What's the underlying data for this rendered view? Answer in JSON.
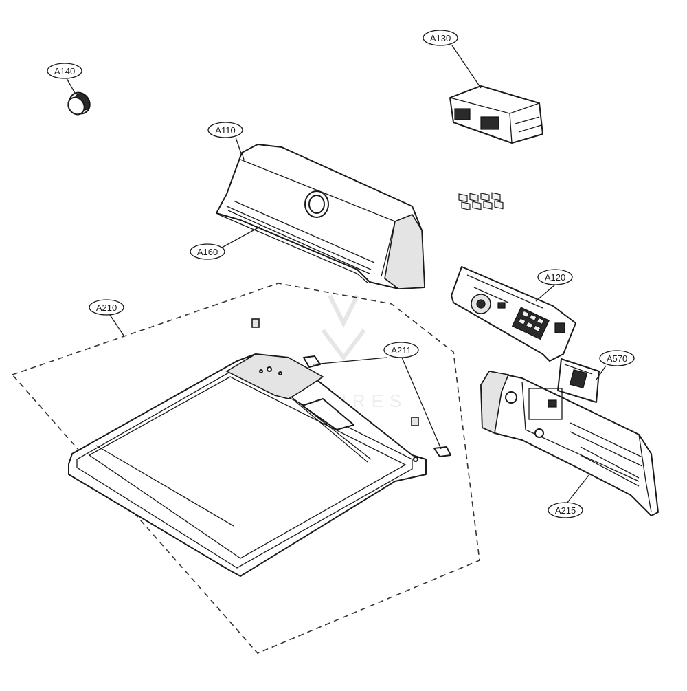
{
  "diagram": {
    "callouts": [
      {
        "id": "A140",
        "label": "A140"
      },
      {
        "id": "A130",
        "label": "A130"
      },
      {
        "id": "A110",
        "label": "A110"
      },
      {
        "id": "A160",
        "label": "A160"
      },
      {
        "id": "A120",
        "label": "A120"
      },
      {
        "id": "A210",
        "label": "A210"
      },
      {
        "id": "A211",
        "label": "A211"
      },
      {
        "id": "A570",
        "label": "A570"
      },
      {
        "id": "A215",
        "label": "A215"
      }
    ]
  }
}
